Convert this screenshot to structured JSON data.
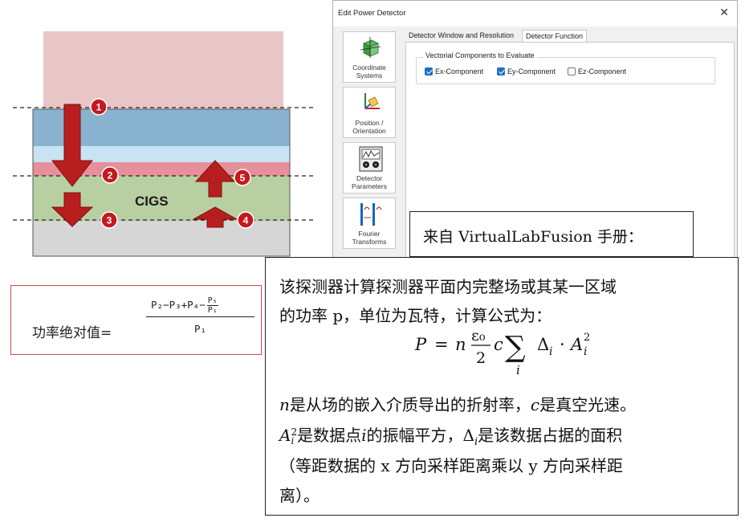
{
  "diagram": {
    "cigs_label": "CIGS",
    "markers": [
      "1",
      "2",
      "3",
      "4",
      "5"
    ],
    "colors": {
      "top_region": "#e8c6c8",
      "layer_blue": "#8ab3cf",
      "layer_lightblue": "#c9e3f4",
      "layer_pink": "#e6909c",
      "layer_cigs": "#b8cfa2",
      "layer_bottom": "#d6d6d6",
      "arrow": "#b81e1e",
      "marker": "#c4191d"
    }
  },
  "power_formula": {
    "label": "功率绝对值=",
    "numerator": "P₂−P₃+P₄−",
    "mini_top": "P₅",
    "mini_bottom": "P₁",
    "denominator": "P₁"
  },
  "dialog": {
    "title": "Edit Power Detector",
    "close_label": "✕",
    "side_buttons": [
      {
        "label": "Coordinate Systems",
        "icon": "coordinate-cube-icon"
      },
      {
        "label": "Position / Orientation",
        "icon": "orientation-axes-icon"
      },
      {
        "label": "Detector Parameters",
        "icon": "detector-meter-icon"
      },
      {
        "label": "Fourier Transforms",
        "icon": "fourier-transform-icon"
      }
    ],
    "tabs": [
      "Detector Window and Resolution",
      "Detector Function"
    ],
    "active_tab": "Detector Function",
    "group_title": "Vectorial Components to Evaluate",
    "checkboxes": [
      {
        "label": "Ex-Component",
        "checked": true
      },
      {
        "label": "Ey-Component",
        "checked": true
      },
      {
        "label": "Ez-Component",
        "checked": false
      }
    ],
    "accent": "#1f6fc5"
  },
  "source_note": "来自 VirtualLabFusion 手册：",
  "description": {
    "line1": "该探测器计算探测器平面内完整场或其某一区域",
    "line2": "的功率 p，单位为瓦特，计算公式为：",
    "equation": {
      "lhs": "P",
      "eq": "=",
      "n": "n",
      "eps": "ε₀",
      "two": "2",
      "c": "c",
      "sigma": "∑",
      "sub_i": "i",
      "delta": "Δ",
      "dot": "·",
      "A": "A",
      "sup": "2"
    },
    "line3_n": "n",
    "line3_a": "是从场的嵌入介质导出的折射率，",
    "line3_c": "c",
    "line3_b": "是真空光速。",
    "line4_A": "A",
    "line4_sup": "2",
    "line4_sub": "i",
    "line4_a": "是数据点",
    "line4_i": "i",
    "line4_b": "的振幅平方，",
    "line4_delta": "Δ",
    "line4_c": "是该数据占据的面积",
    "line5": "（等距数据的 x 方向采样距离乘以 y 方向采样距",
    "line6": "离）。"
  }
}
